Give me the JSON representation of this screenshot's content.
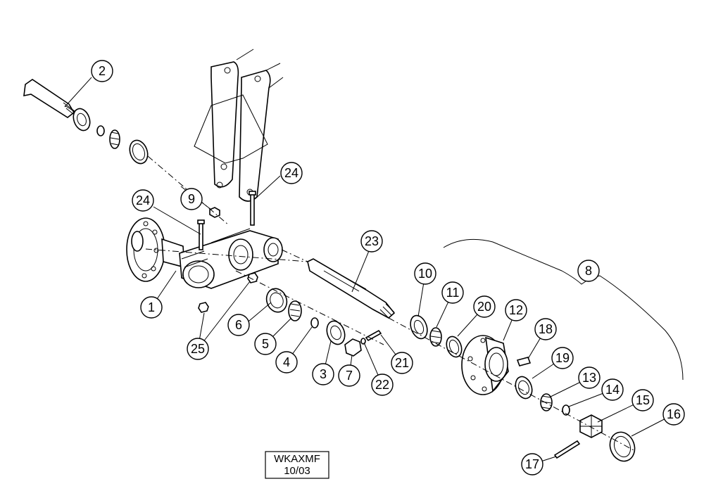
{
  "callouts": [
    "1",
    "2",
    "3",
    "4",
    "5",
    "6",
    "7",
    "8",
    "9",
    "10",
    "11",
    "12",
    "13",
    "14",
    "15",
    "16",
    "17",
    "18",
    "19",
    "20",
    "21",
    "22",
    "23",
    "24",
    "24",
    "25"
  ],
  "stamp": {
    "line1": "WKAXMF",
    "line2": "10/03"
  }
}
